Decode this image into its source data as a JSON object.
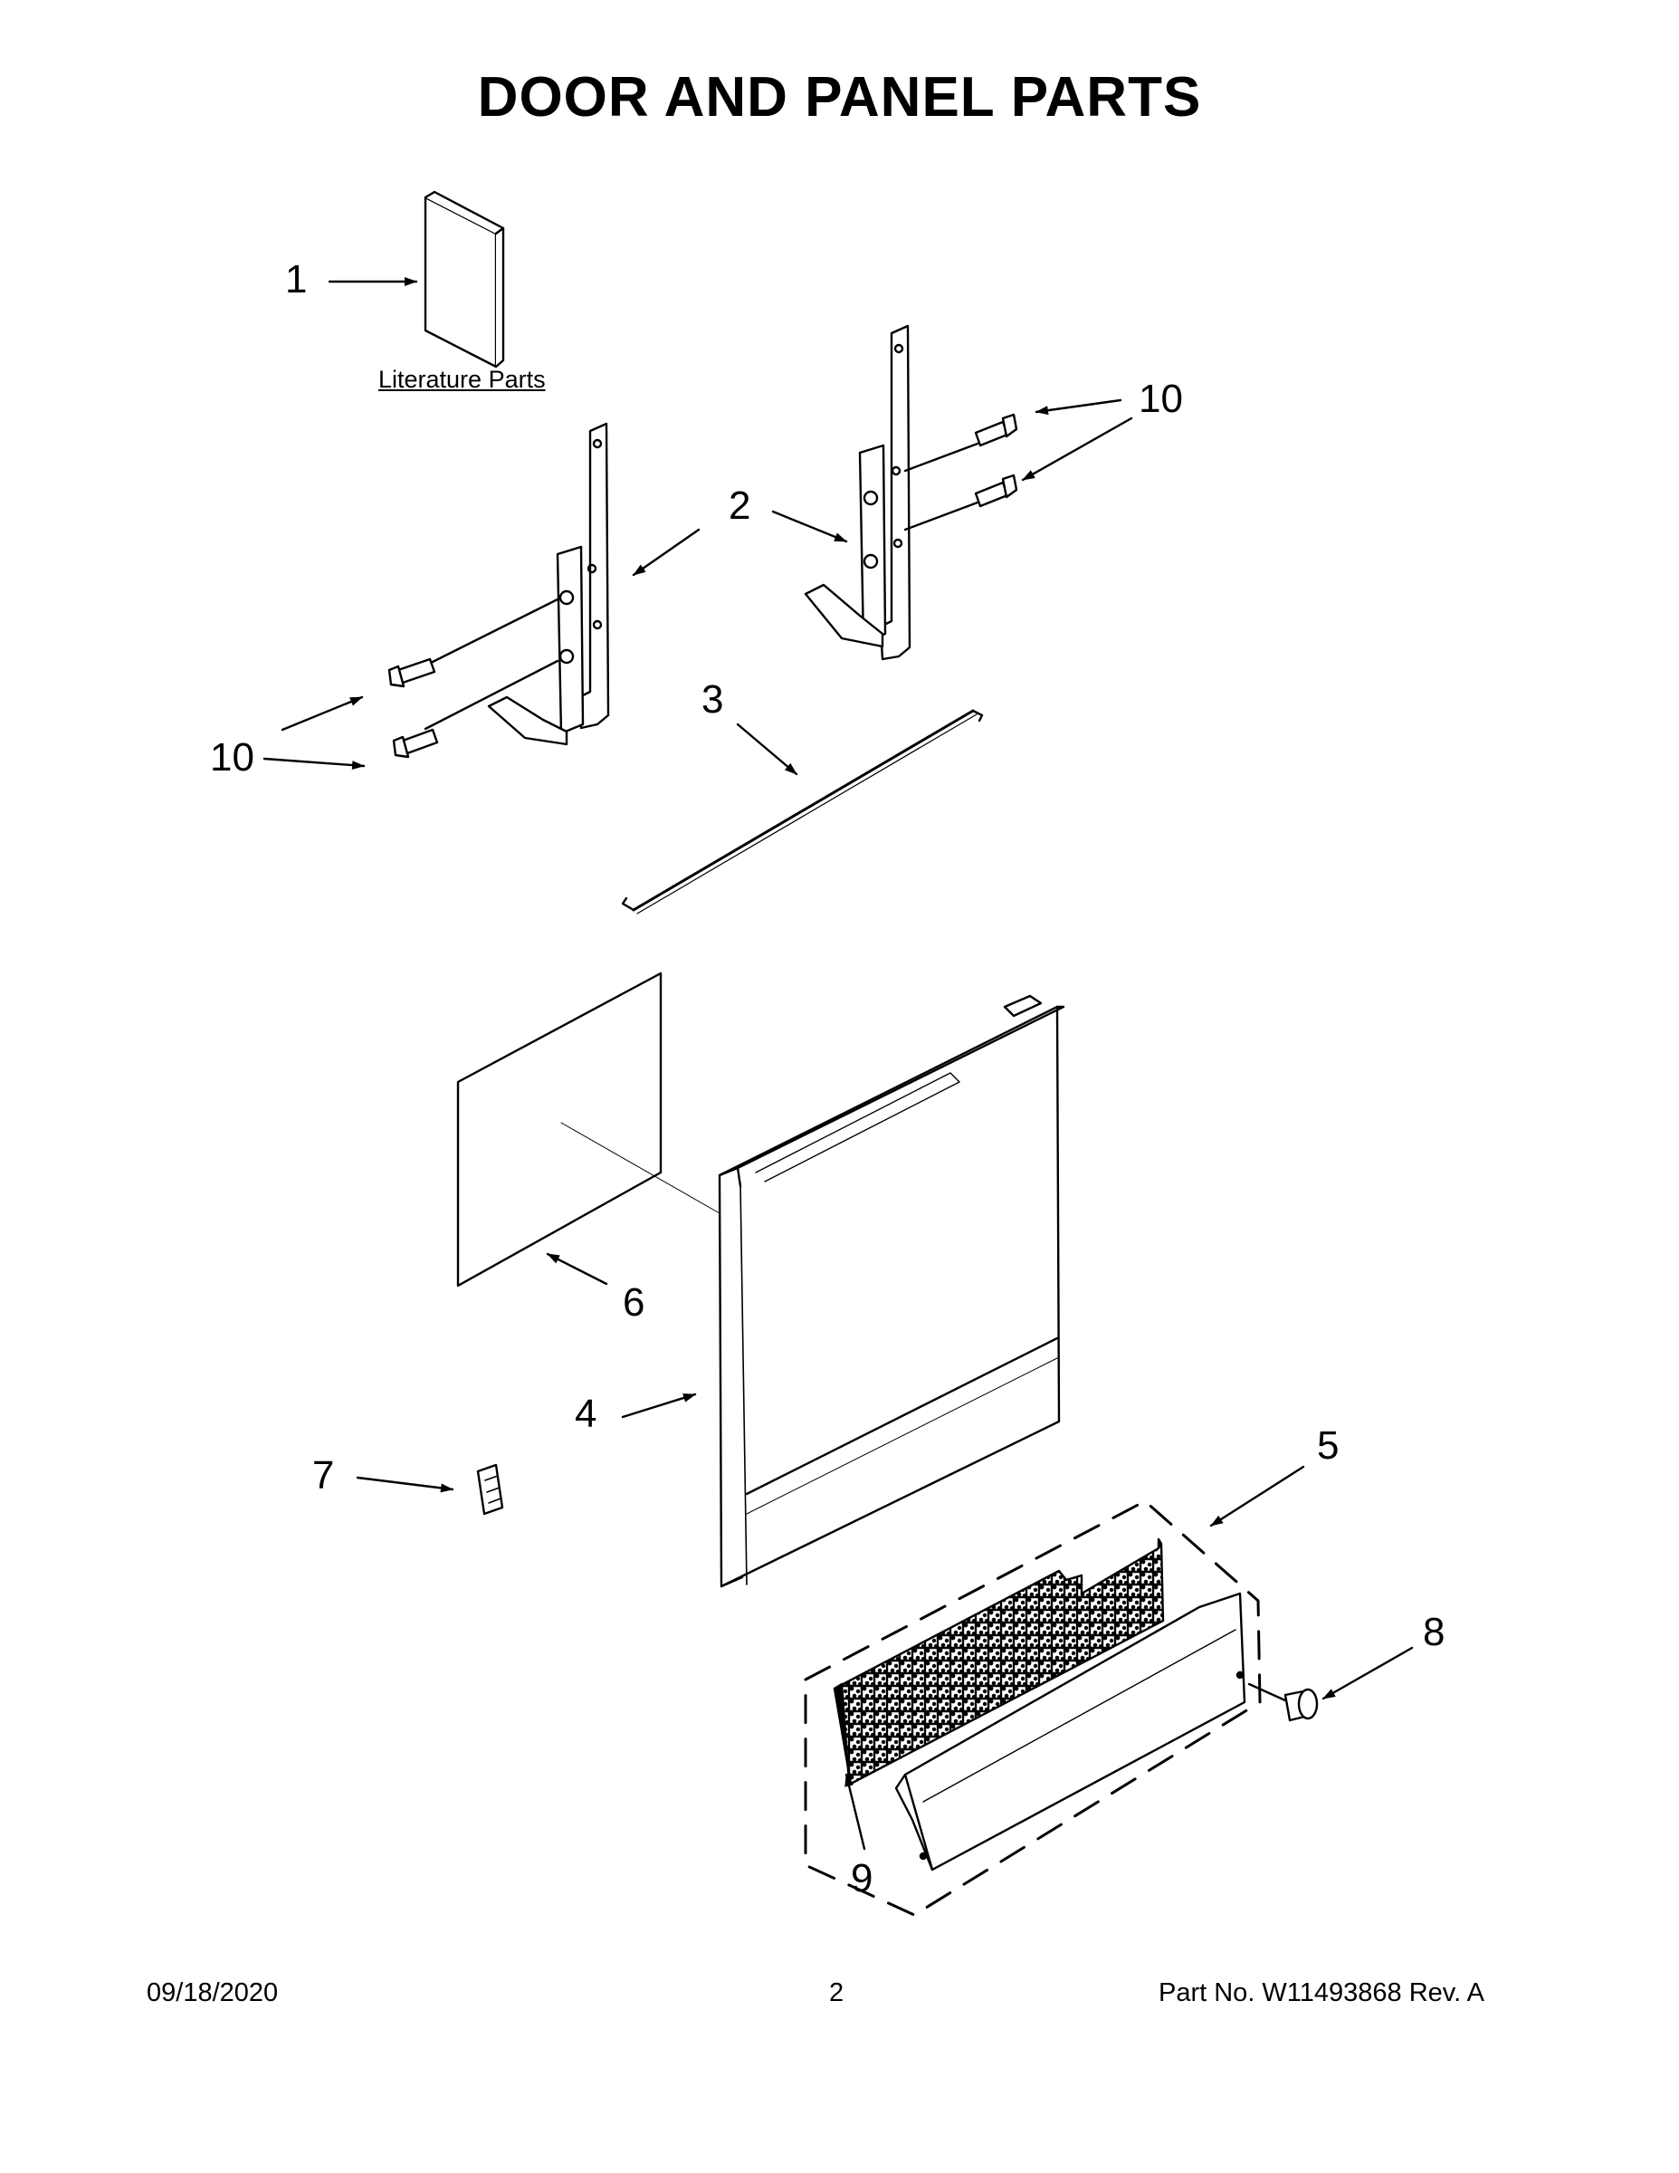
{
  "title": "DOOR AND PANEL PARTS",
  "literature_label": "Literature Parts",
  "callouts": {
    "c1": "1",
    "c2": "2",
    "c3": "3",
    "c4": "4",
    "c5": "5",
    "c6": "6",
    "c7": "7",
    "c8": "8",
    "c9": "9",
    "c10a": "10",
    "c10b": "10"
  },
  "footer": {
    "date": "09/18/2020",
    "page": "2",
    "part_no": "Part No.  W11493868  Rev.  A"
  }
}
